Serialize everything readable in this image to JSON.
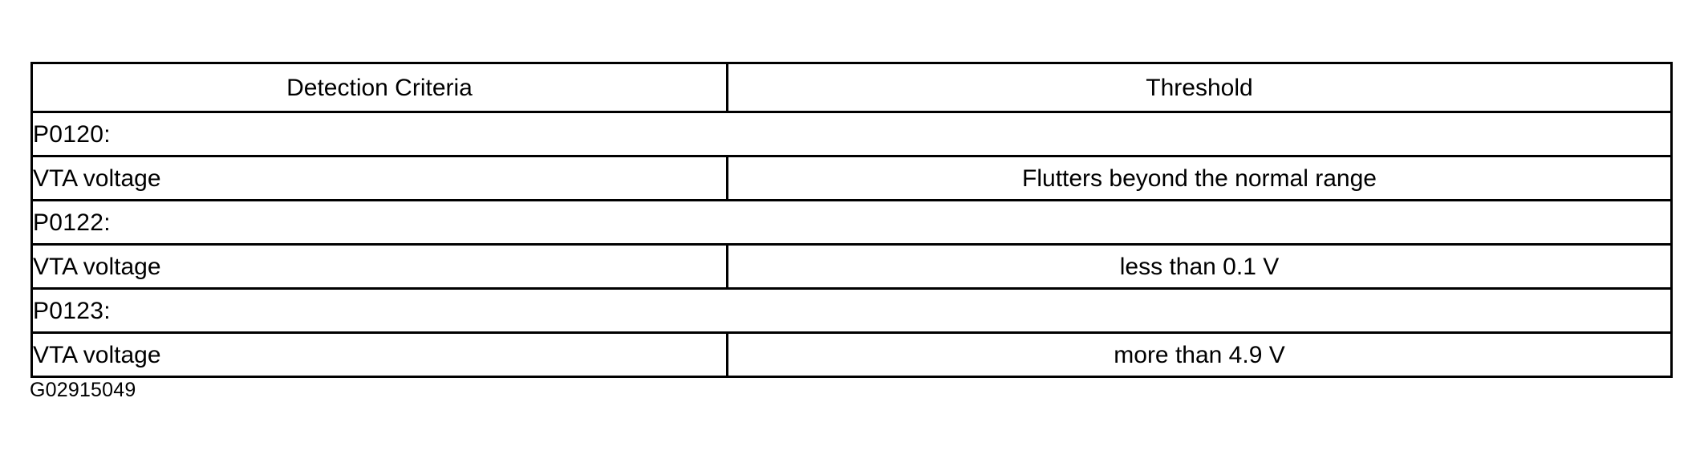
{
  "table": {
    "headers": {
      "criteria": "Detection Criteria",
      "threshold": "Threshold"
    },
    "rows": [
      {
        "kind": "dtc",
        "code": "P0120:"
      },
      {
        "kind": "entry",
        "criteria": "VTA voltage",
        "threshold": "Flutters beyond the normal range"
      },
      {
        "kind": "dtc",
        "code": "P0122:"
      },
      {
        "kind": "entry",
        "criteria": "VTA voltage",
        "threshold": "less than 0.1 V"
      },
      {
        "kind": "dtc",
        "code": "P0123:"
      },
      {
        "kind": "entry",
        "criteria": "VTA voltage",
        "threshold": "more than 4.9 V"
      }
    ]
  },
  "caption": {
    "figure_id": "G02915049"
  },
  "colors": {
    "border": "#000000",
    "text": "#000000",
    "background": "#ffffff"
  }
}
